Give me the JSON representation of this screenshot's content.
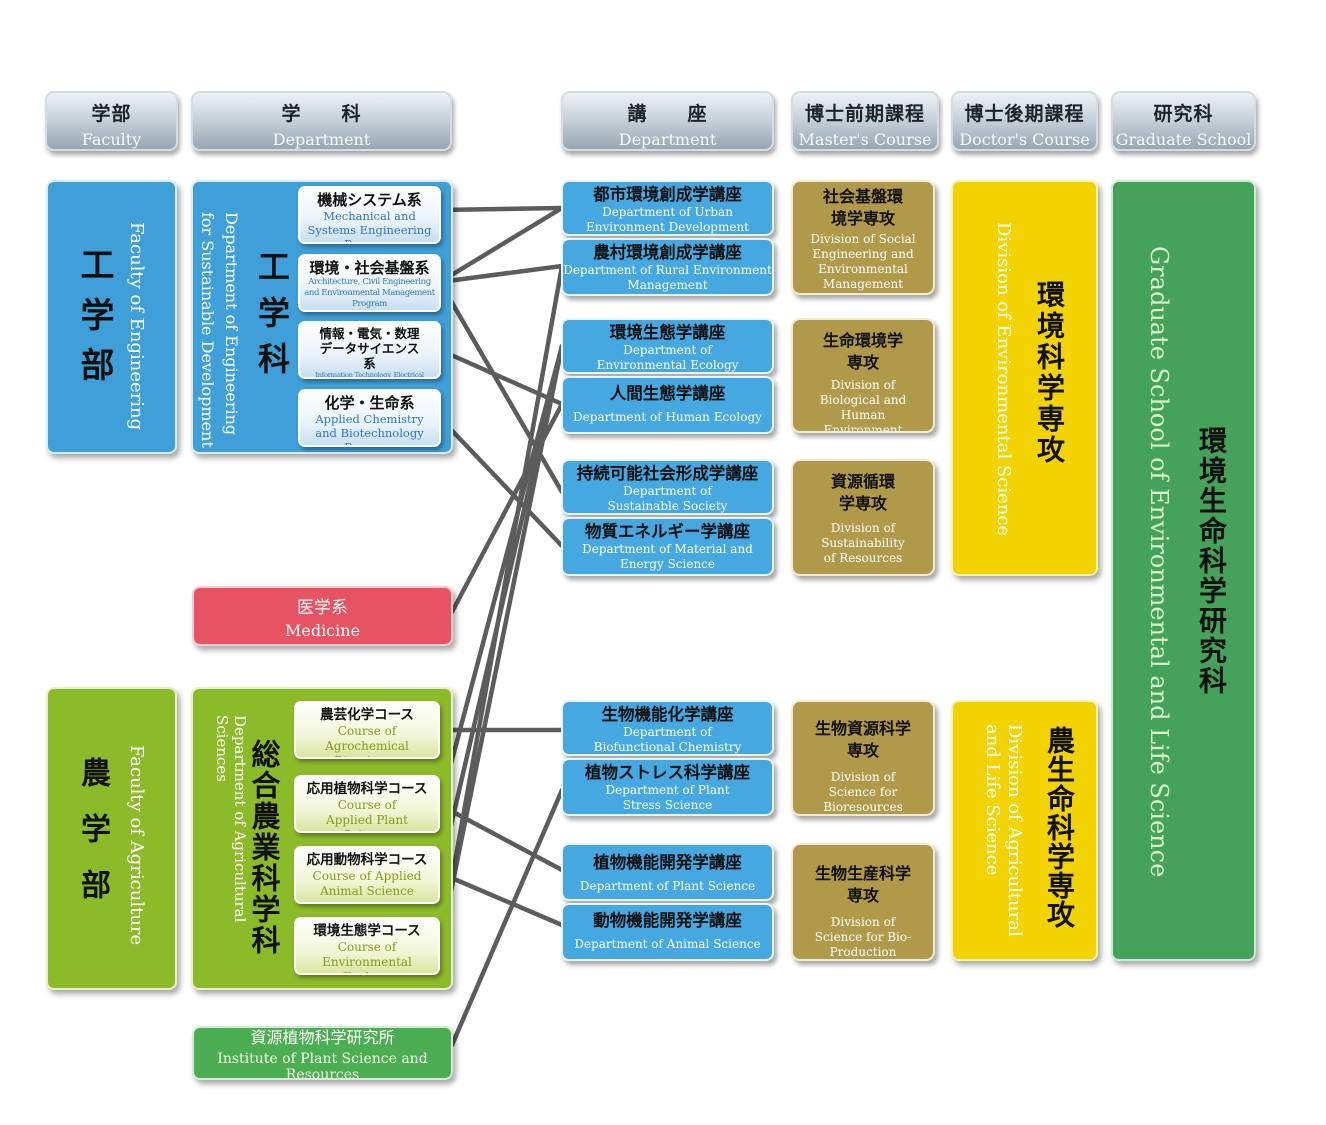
{
  "headers": {
    "faculty": {
      "jp": "学部",
      "en": "Faculty"
    },
    "department": {
      "jp": "学　　科",
      "en": "Department"
    },
    "kouza": {
      "jp": "講　　座",
      "en": "Department"
    },
    "masters": {
      "jp": "博士前期課程",
      "en": "Master's Course"
    },
    "doctors": {
      "jp": "博士後期課程",
      "en": "Doctor's Course"
    },
    "graduate": {
      "jp": "研究科",
      "en": "Graduate School"
    }
  },
  "faculties": {
    "engineering": {
      "jp": "工学部",
      "en": "Faculty of Engineering"
    },
    "agriculture": {
      "jp": "農学部",
      "en": "Faculty of Agriculture"
    }
  },
  "departments": {
    "engineering": {
      "jp": "工学科",
      "en": "Department of Engineering for Sustainable Development"
    },
    "agriculture": {
      "jp": "総合農業科学科",
      "en": "Department of Agricultural Sciences"
    },
    "medicine": {
      "jp": "医学系",
      "en": "Medicine"
    },
    "institute": {
      "jp": "資源植物科学研究所",
      "en": "Institute of Plant Science and Resources"
    }
  },
  "programs": [
    {
      "jp": "機械システム系",
      "en": "Mechanical and Systems Engineering Program"
    },
    {
      "jp": "環境・社会基盤系",
      "en": "Architecture, Civil Engineering and Environmental Management Program"
    },
    {
      "jp": "情報・電気・数理データサイエンス系",
      "en": "Information Technology, Electrical Engineering and Mathematical and Data Sciences Program"
    },
    {
      "jp": "化学・生命系",
      "en": "Applied Chemistry and Biotechnology Program"
    }
  ],
  "courses": [
    {
      "jp": "農芸化学コース",
      "en": "Course of Agrochemical Bioscience"
    },
    {
      "jp": "応用植物科学コース",
      "en": "Course of Applied Plant Science"
    },
    {
      "jp": "応用動物科学コース",
      "en": "Course of Applied Animal Science"
    },
    {
      "jp": "環境生態学コース",
      "en": "Course of Environmental Ecology"
    }
  ],
  "kouza": [
    {
      "jp": "都市環境創成学講座",
      "en": "Department of Urban Environment Development"
    },
    {
      "jp": "農村環境創成学講座",
      "en": "Department of Rural Environment Management"
    },
    {
      "jp": "環境生態学講座",
      "en": "Department of Environmental Ecology"
    },
    {
      "jp": "人間生態学講座",
      "en": "Department of Human Ecology"
    },
    {
      "jp": "持続可能社会形成学講座",
      "en": "Department of Sustainable Society Studies"
    },
    {
      "jp": "物質エネルギー学講座",
      "en": "Department of Material and Energy Science"
    },
    {
      "jp": "生物機能化学講座",
      "en": "Department of Biofunctional Chemistry"
    },
    {
      "jp": "植物ストレス科学講座",
      "en": "Department of Plant Stress Science"
    },
    {
      "jp": "植物機能開発学講座",
      "en": "Department of Plant Science"
    },
    {
      "jp": "動物機能開発学講座",
      "en": "Department of Animal Science"
    }
  ],
  "masters": [
    {
      "jp": "社会基盤環境学専攻",
      "en": "Division of Social Engineering and Environmental Management"
    },
    {
      "jp": "生命環境学専攻",
      "en": "Division of Biological and Human Environment"
    },
    {
      "jp": "資源循環学専攻",
      "en": "Division of Sustainability of Resources"
    },
    {
      "jp": "生物資源科学専攻",
      "en": "Division of Science for Bioresources"
    },
    {
      "jp": "生物生産科学専攻",
      "en": "Division of Science for Bio-Production"
    }
  ],
  "doctors": [
    {
      "jp": "環境科学専攻",
      "en": "Division of Environmental Science"
    },
    {
      "jp": "農生命科学専攻",
      "en": "Division of Agricultural and Life Science"
    }
  ],
  "graduate": {
    "jp": "環境生命科学研究科",
    "en": "Graduate School of Environmental and Life Science"
  },
  "colors": {
    "engineering_blue": "#3f9fd8",
    "agriculture_green": "#8cbb2a",
    "medicine_red": "#e65363",
    "institute_green": "#4cae52",
    "kouza_blue": "#45a8e0",
    "masters_olive": "#b09a4a",
    "doctors_yellow": "#f2d300",
    "graduate_green": "#45a25a",
    "connector_gray": "#5c5c5c"
  }
}
